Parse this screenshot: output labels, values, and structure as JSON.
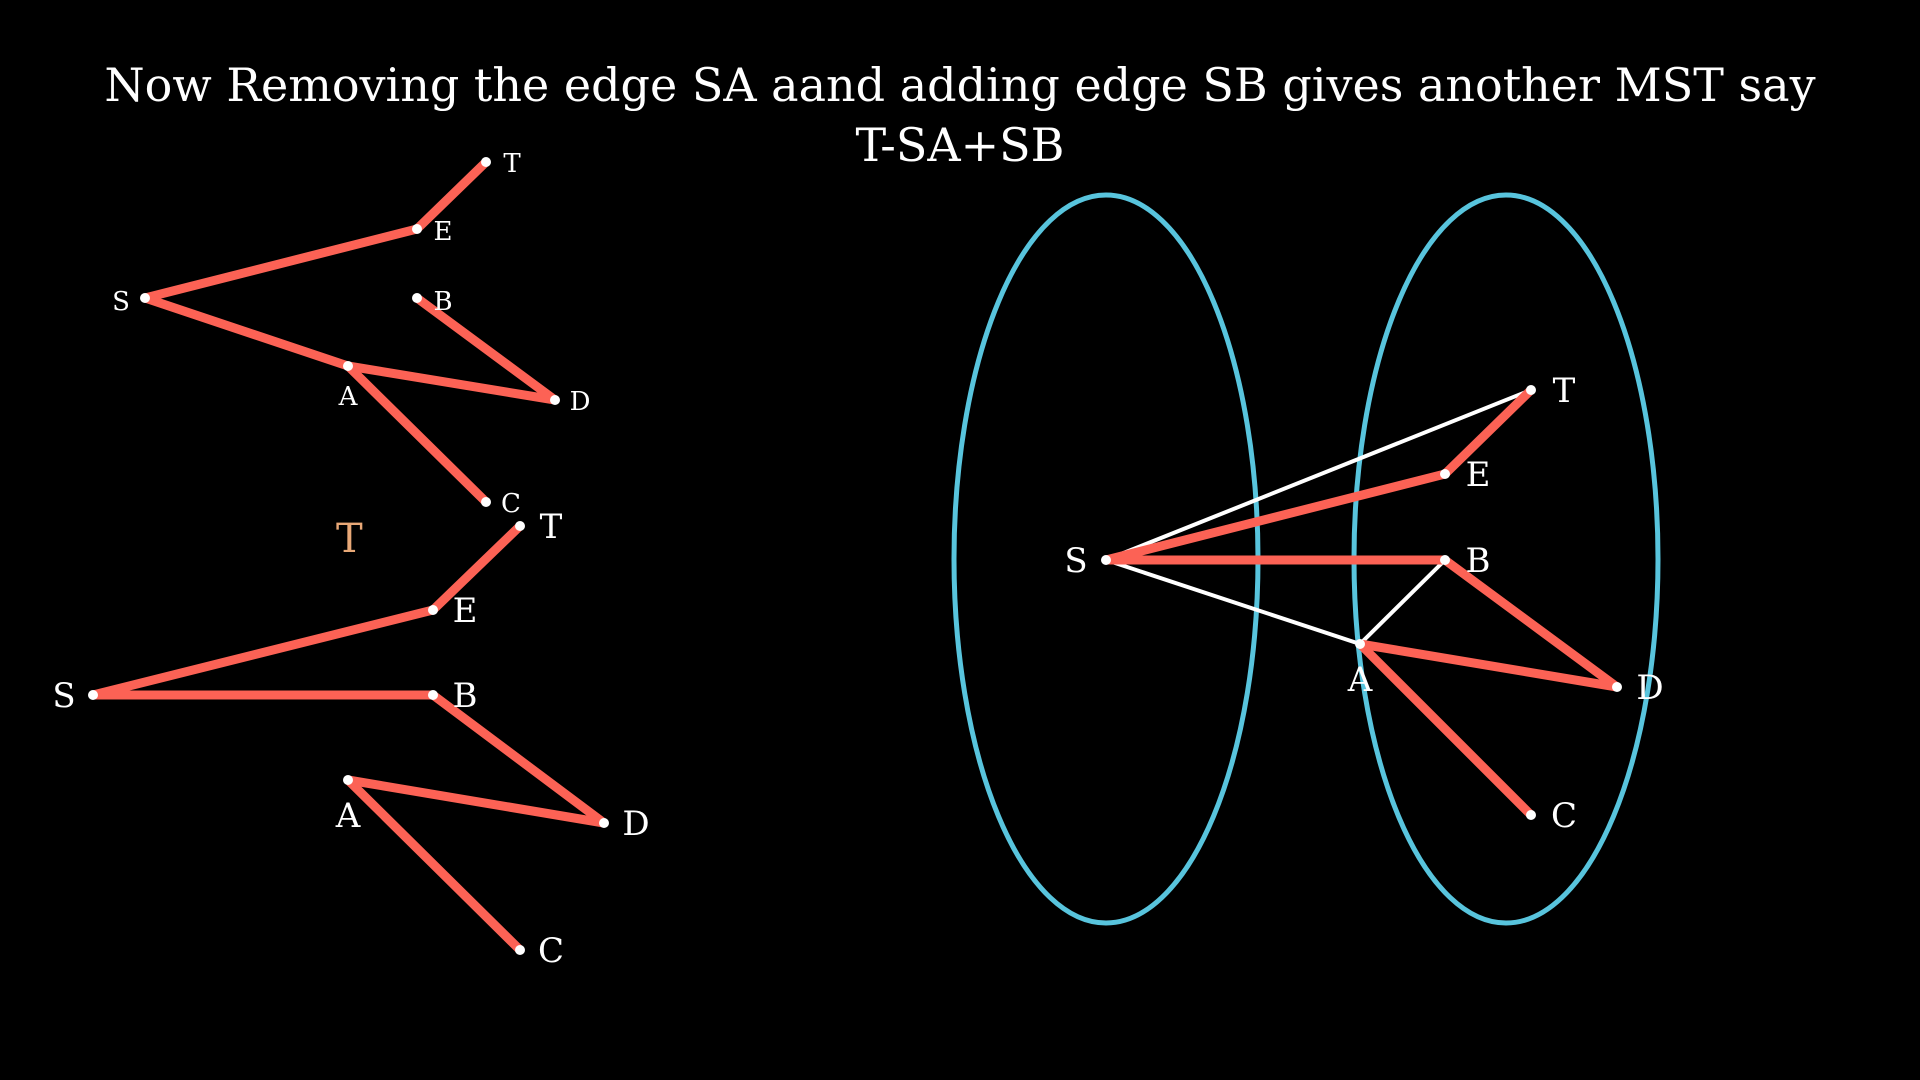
{
  "title": {
    "line1": "Now Removing the edge SA aand adding edge SB gives another MST say",
    "line2": "T-SA+SB"
  },
  "tree_label": "T",
  "colors": {
    "background": "#000000",
    "tree_edge": "#fc6255",
    "graph_edge": "#ffffff",
    "partition": "#58c4dd",
    "tree_label": "#e8a877",
    "text": "#ffffff"
  },
  "graphs": [
    {
      "id": "tree-T-small",
      "nodes": [
        "T",
        "E",
        "S",
        "B",
        "A",
        "D",
        "C"
      ],
      "tree_edges": [
        [
          "T",
          "E"
        ],
        [
          "E",
          "S"
        ],
        [
          "S",
          "A"
        ],
        [
          "A",
          "D"
        ],
        [
          "D",
          "B"
        ],
        [
          "A",
          "C"
        ]
      ],
      "other_edges": []
    },
    {
      "id": "tree-T-SA+SB",
      "nodes": [
        "T",
        "E",
        "S",
        "B",
        "A",
        "D",
        "C"
      ],
      "tree_edges": [
        [
          "T",
          "E"
        ],
        [
          "E",
          "S"
        ],
        [
          "S",
          "B"
        ],
        [
          "B",
          "D"
        ],
        [
          "D",
          "A"
        ],
        [
          "A",
          "C"
        ]
      ],
      "other_edges": []
    },
    {
      "id": "cut-graph",
      "nodes": [
        "S",
        "T",
        "E",
        "B",
        "A",
        "D",
        "C"
      ],
      "partitions": [
        [
          "S"
        ],
        [
          "T",
          "E",
          "B",
          "A",
          "D",
          "C"
        ]
      ],
      "tree_edges": [
        [
          "S",
          "E"
        ],
        [
          "E",
          "T"
        ],
        [
          "S",
          "B"
        ],
        [
          "B",
          "D"
        ],
        [
          "D",
          "A"
        ],
        [
          "A",
          "C"
        ]
      ],
      "other_edges": [
        [
          "S",
          "T"
        ],
        [
          "S",
          "A"
        ],
        [
          "A",
          "B"
        ]
      ]
    }
  ]
}
